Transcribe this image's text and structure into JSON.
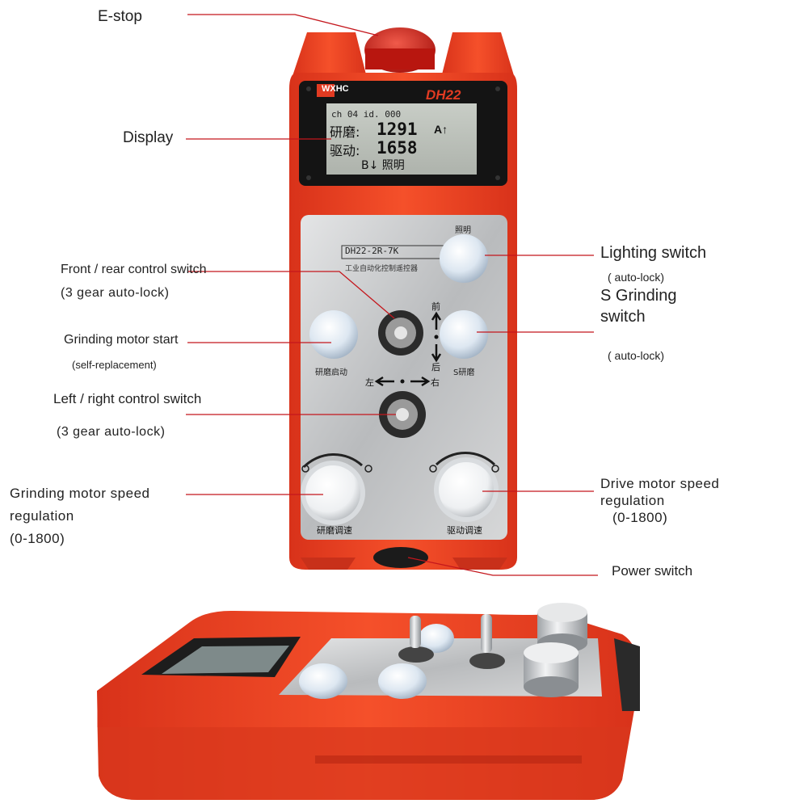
{
  "callouts": {
    "estop": "E-stop",
    "display": "Display",
    "front_rear": "Front / rear control switch",
    "front_rear_sub": "(3 gear auto-lock)",
    "grinding_start": "Grinding motor start",
    "grinding_start_sub": "(self-replacement)",
    "left_right": "Left / right control switch",
    "left_right_sub": "(3 gear auto-lock)",
    "grinding_speed_1": "Grinding motor speed",
    "grinding_speed_2": "regulation",
    "grinding_speed_3": "(0-1800)",
    "lighting": "Lighting switch",
    "lighting_sub": "( auto-lock)",
    "s_grinding_1": "S Grinding",
    "s_grinding_2": "switch",
    "s_grinding_sub": "( auto-lock)",
    "drive_speed_1": "Drive motor speed",
    "drive_speed_2": "regulation",
    "drive_speed_3": "(0-1800)",
    "power": "Power switch"
  },
  "device": {
    "brand": "WXHC",
    "model": "DH22",
    "plate_model": "DH22-2R-7K",
    "plate_sub": "工业自动化控制遥控器",
    "lcd": {
      "status": "ch 04  id.   000",
      "row1_label": "研磨:",
      "row1_value": "1291",
      "row1_flag": "A↑",
      "row2_label": "驱动:",
      "row2_value": "1658",
      "row3": "B↓ 照明"
    },
    "btn_lighting": "照明",
    "btn_grind_start": "研磨启动",
    "btn_s_grind": "S研磨",
    "dir_front": "前",
    "dir_back": "后",
    "dir_left": "左",
    "dir_right": "右",
    "knob_grind": "研磨调速",
    "knob_drive": "驱动调速"
  },
  "colors": {
    "housing": "#f2431f",
    "plate": "#c9cbcc",
    "button": "#dfe9f3",
    "leader": "#c4161c"
  }
}
